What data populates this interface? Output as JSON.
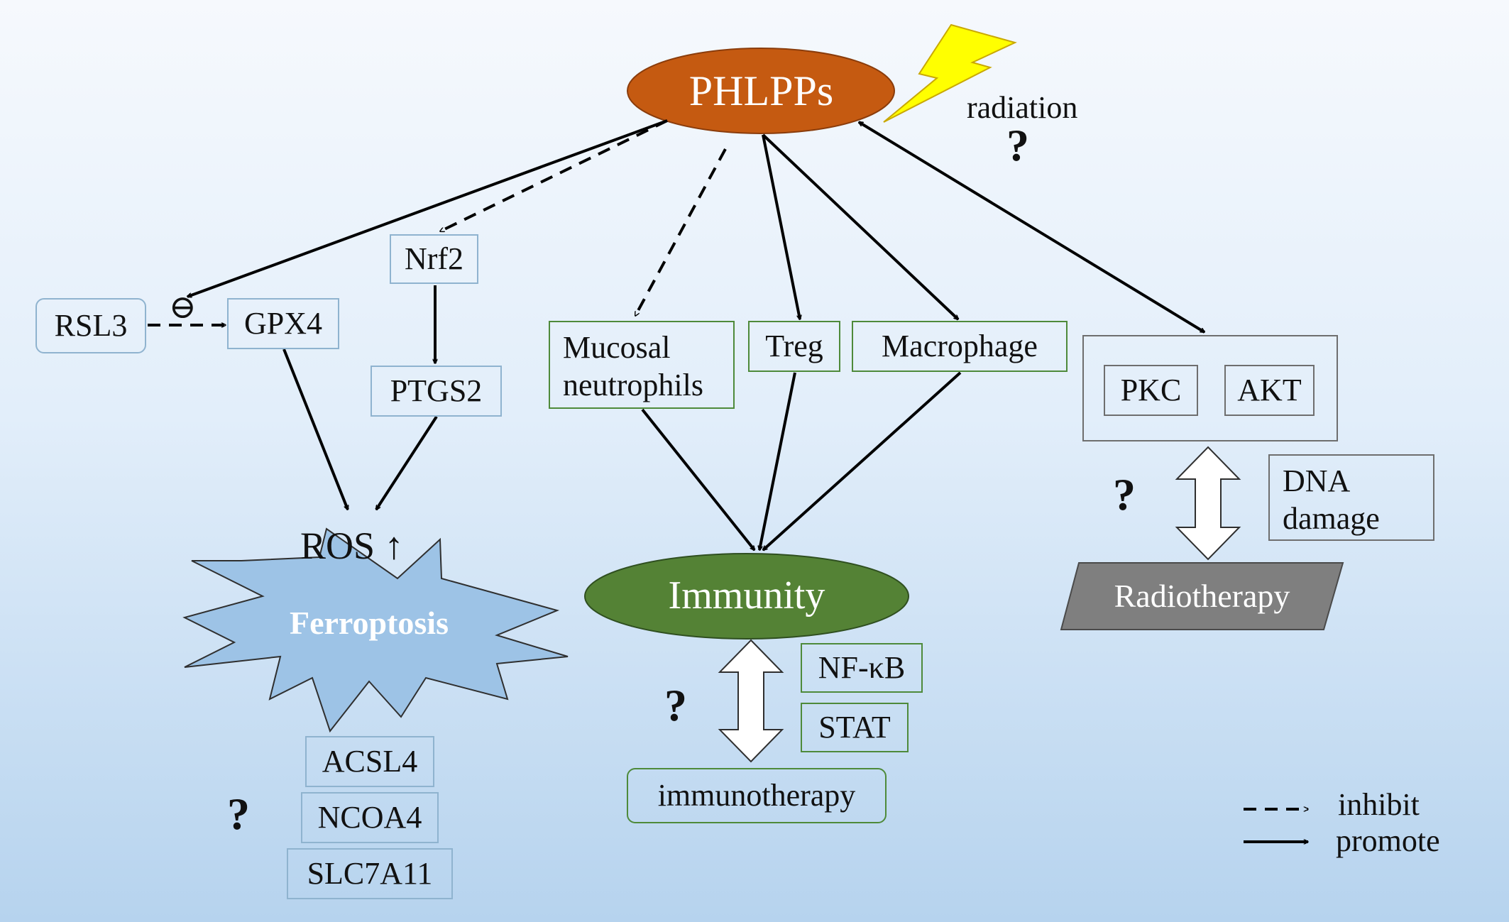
{
  "nodes": {
    "phlpps": "PHLPPs",
    "radiation": "radiation",
    "rsl3": "RSL3",
    "gpx4": "GPX4",
    "nrf2": "Nrf2",
    "ptgs2": "PTGS2",
    "ros": "ROS ↑",
    "ferroptosis": "Ferroptosis",
    "acsl4": "ACSL4",
    "ncoa4": "NCOA4",
    "slc7a11": "SLC7A11",
    "mucosal_line1": "Mucosal",
    "mucosal_line2": "neutrophils",
    "treg": "Treg",
    "macrophage": "Macrophage",
    "immunity": "Immunity",
    "nfkb": "NF-κB",
    "stat": "STAT",
    "immunotherapy": "immunotherapy",
    "pkc": "PKC",
    "akt": "AKT",
    "dna_line1": "DNA",
    "dna_line2": "damage",
    "radiotherapy": "Radiotherapy",
    "minus_symbol": "⊖",
    "question_mark": "?"
  },
  "legend": {
    "inhibit": "inhibit",
    "promote": "promote"
  },
  "colors": {
    "background_top": "#f6f9fd",
    "background_bottom": "#b6d3ee",
    "phlpps_fill": "#c55a11",
    "immunity_fill": "#548235",
    "ferroptosis_fill": "#9dc3e6",
    "radiotherapy_fill": "#7f7f7f",
    "lightning_fill": "#ffff00",
    "blue_border": "#8fb3cf",
    "green_border": "#4e8a3a",
    "gray_border": "#6e6e6e",
    "arrow": "#000000"
  },
  "icons": {
    "lightning": "lightning-bolt-icon",
    "ferroptosis_shape": "starburst-icon"
  }
}
